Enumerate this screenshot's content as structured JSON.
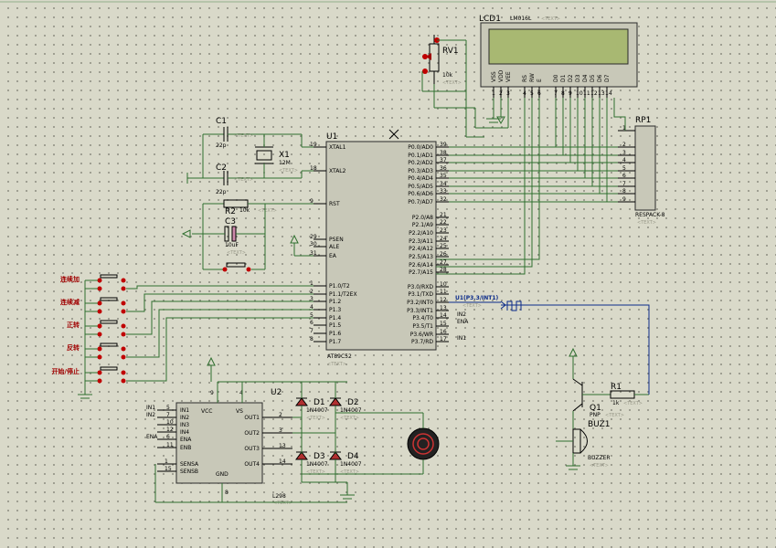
{
  "lcd": {
    "ref": "LCD1",
    "model": "LM016L",
    "text": "<TEXT>",
    "pins": [
      "VSS",
      "VDD",
      "VEE",
      "RS",
      "RW",
      "E",
      "D0",
      "D1",
      "D2",
      "D3",
      "D4",
      "D5",
      "D6",
      "D7"
    ],
    "nums": [
      "1",
      "2",
      "3",
      "4",
      "5",
      "6",
      "7",
      "8",
      "9",
      "10",
      "11",
      "12",
      "13",
      "14"
    ]
  },
  "rv1": {
    "ref": "RV1",
    "value": "10k",
    "text": "<TEXT>"
  },
  "rp1": {
    "ref": "RP1",
    "value": "RESPACK-8",
    "text": "<TEXT>",
    "nums": [
      "1",
      "2",
      "3",
      "4",
      "5",
      "6",
      "7",
      "8",
      "9"
    ]
  },
  "mcu": {
    "ref": "U1",
    "model": "AT89C52",
    "text": "<TEXT>",
    "left_pins": [
      {
        "n": "19",
        "name": "XTAL1"
      },
      {
        "n": "18",
        "name": "XTAL2"
      },
      {
        "n": "9",
        "name": "RST"
      },
      {
        "n": "29",
        "name": "PSEN"
      },
      {
        "n": "30",
        "name": "ALE"
      },
      {
        "n": "31",
        "name": "EA"
      },
      {
        "n": "1",
        "name": "P1.0/T2"
      },
      {
        "n": "2",
        "name": "P1.1/T2EX"
      },
      {
        "n": "3",
        "name": "P1.2"
      },
      {
        "n": "4",
        "name": "P1.3"
      },
      {
        "n": "5",
        "name": "P1.4"
      },
      {
        "n": "6",
        "name": "P1.5"
      },
      {
        "n": "7",
        "name": "P1.6"
      },
      {
        "n": "8",
        "name": "P1.7"
      }
    ],
    "right_pins": [
      {
        "n": "39",
        "name": "P0.0/AD0"
      },
      {
        "n": "38",
        "name": "P0.1/AD1"
      },
      {
        "n": "37",
        "name": "P0.2/AD2"
      },
      {
        "n": "36",
        "name": "P0.3/AD3"
      },
      {
        "n": "35",
        "name": "P0.4/AD4"
      },
      {
        "n": "34",
        "name": "P0.5/AD5"
      },
      {
        "n": "33",
        "name": "P0.6/AD6"
      },
      {
        "n": "32",
        "name": "P0.7/AD7"
      },
      {
        "n": "21",
        "name": "P2.0/A8"
      },
      {
        "n": "22",
        "name": "P2.1/A9"
      },
      {
        "n": "23",
        "name": "P2.2/A10"
      },
      {
        "n": "24",
        "name": "P2.3/A11"
      },
      {
        "n": "25",
        "name": "P2.4/A12"
      },
      {
        "n": "26",
        "name": "P2.5/A13"
      },
      {
        "n": "27",
        "name": "P2.6/A14"
      },
      {
        "n": "28",
        "name": "P2.7/A15"
      },
      {
        "n": "10",
        "name": "P3.0/RXD"
      },
      {
        "n": "11",
        "name": "P3.1/TXD"
      },
      {
        "n": "12",
        "name": "P3.2/INT0"
      },
      {
        "n": "13",
        "name": "P3.3/INT1"
      },
      {
        "n": "14",
        "name": "P3.4/T0"
      },
      {
        "n": "15",
        "name": "P3.5/T1"
      },
      {
        "n": "16",
        "name": "P3.6/WR"
      },
      {
        "n": "17",
        "name": "P3.7/RD"
      }
    ],
    "probe": "U1(P3.3/INT1)",
    "net_in2": "IN2",
    "net_ena": "ENA",
    "net_in1": "IN1"
  },
  "c1": {
    "ref": "C1",
    "value": "22p",
    "text": "<TEXT>"
  },
  "c2": {
    "ref": "C2",
    "value": "22p",
    "text": "<TEXT>"
  },
  "c3": {
    "ref": "C3",
    "value": "10uF",
    "text": "<TEXT>"
  },
  "x1": {
    "ref": "X1",
    "value": "12M",
    "text": "<TEXT>"
  },
  "r2": {
    "ref": "R2",
    "value": "10k",
    "text": "<TEXT>"
  },
  "r1": {
    "ref": "R1",
    "value": "1k",
    "text": "<TEXT>"
  },
  "q1": {
    "ref": "Q1",
    "value": "PNP",
    "text": "<TEXT>"
  },
  "buz": {
    "ref": "BUZ1",
    "value": "BUZZER",
    "text": "<TEXT>"
  },
  "buttons": [
    "连续加",
    "连续减",
    "正转",
    "反转",
    "开始/停止"
  ],
  "l298": {
    "ref": "U2",
    "model": "L298",
    "text": "<TEXT>",
    "in": [
      {
        "n": "5",
        "name": "IN1",
        "net": "IN1"
      },
      {
        "n": "7",
        "name": "IN2",
        "net": "IN2"
      },
      {
        "n": "10",
        "name": "IN3",
        "net": ""
      },
      {
        "n": "12",
        "name": "IN4",
        "net": ""
      },
      {
        "n": "6",
        "name": "ENA",
        "net": "ENA"
      },
      {
        "n": "11",
        "name": "ENB",
        "net": ""
      }
    ],
    "sense": [
      {
        "n": "1",
        "name": "SENSA"
      },
      {
        "n": "15",
        "name": "SENSB"
      }
    ],
    "out": [
      {
        "n": "2",
        "name": "OUT1"
      },
      {
        "n": "3",
        "name": "OUT2"
      },
      {
        "n": "13",
        "name": "OUT3"
      },
      {
        "n": "14",
        "name": "OUT4"
      }
    ],
    "vcc": "VCC",
    "vs": "VS",
    "gnd": "GND",
    "n9": "9",
    "n4": "4",
    "n8": "8"
  },
  "diodes": [
    {
      "ref": "D1",
      "value": "1N4007",
      "text": "<TEXT>"
    },
    {
      "ref": "D2",
      "value": "1N4007",
      "text": "<TEXT>"
    },
    {
      "ref": "D3",
      "value": "1N4007",
      "text": "<TEXT>"
    },
    {
      "ref": "D4",
      "value": "1N4007",
      "text": "<TEXT>"
    }
  ]
}
